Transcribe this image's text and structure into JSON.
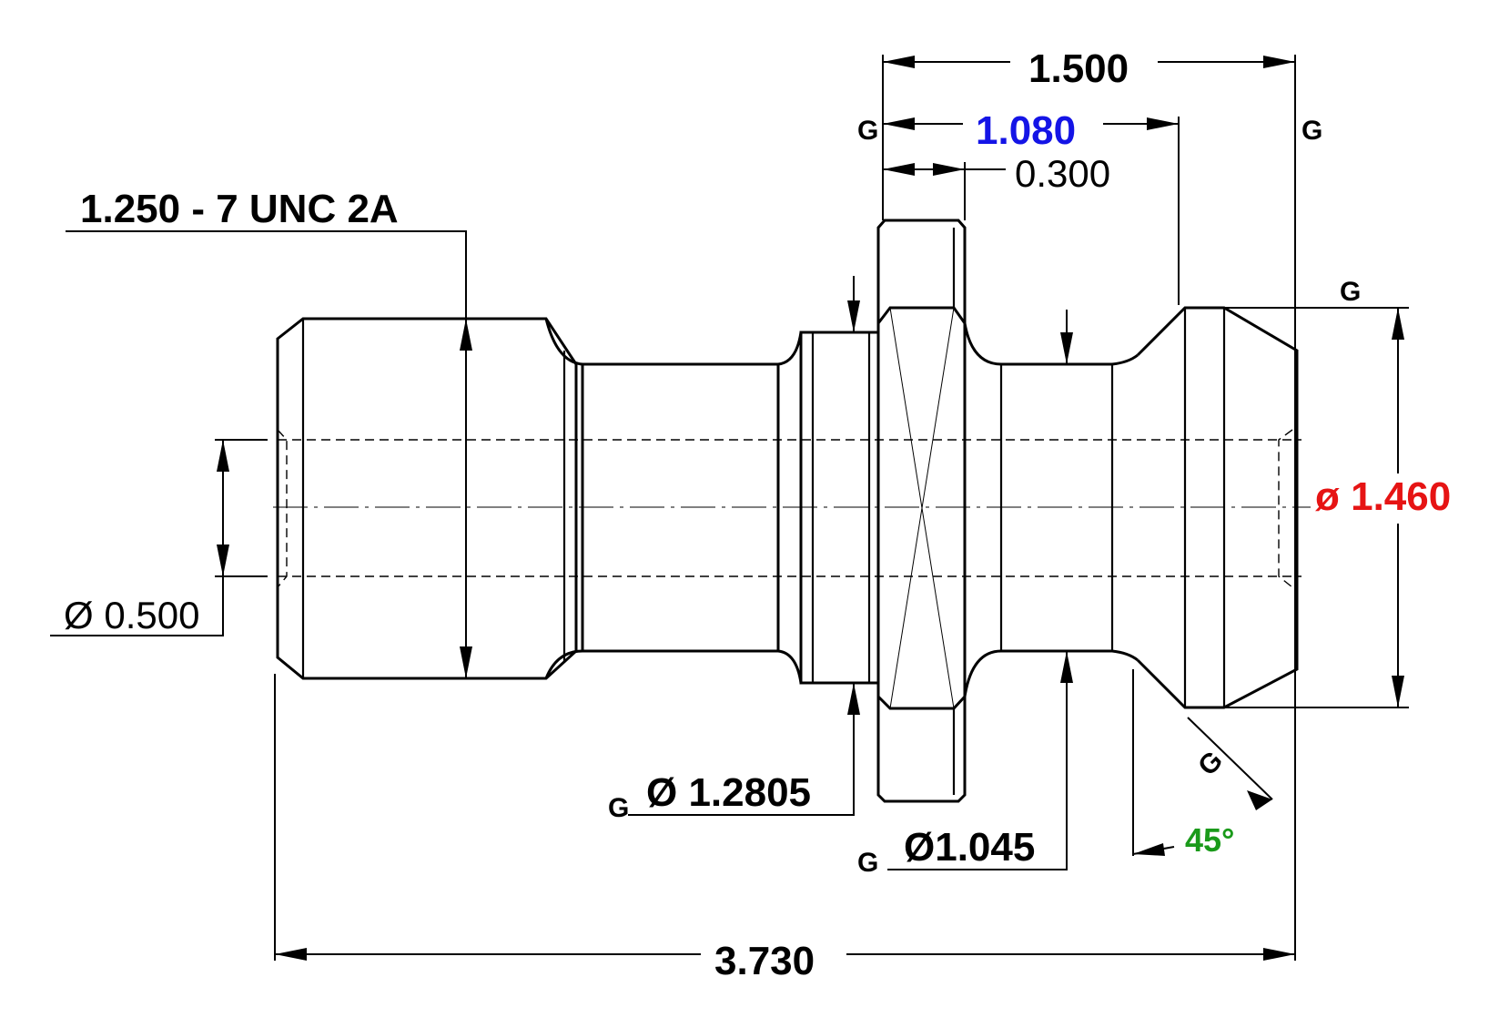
{
  "colors": {
    "stroke": "#000000",
    "blue_dimension": "#1414e6",
    "red_dimension": "#e61414",
    "green_angle": "#1a9a1a"
  },
  "dimensions": {
    "overall_length": "3.730",
    "flange_to_end": "1.500",
    "flange_to_taper": "1.080",
    "flange_width": "0.300",
    "thread_spec": "1.250 - 7 UNC 2A",
    "bore_diameter": "Ø 0.500",
    "collar_diameter": "Ø 1.2805",
    "neck_diameter": "Ø1.045",
    "head_diameter": "ø 1.460",
    "taper_angle": "45°"
  },
  "gdt_marks": {
    "flange_face": "G",
    "end_face": "G",
    "head_top": "G",
    "taper_face": "G",
    "collar": "G",
    "neck": "G"
  }
}
